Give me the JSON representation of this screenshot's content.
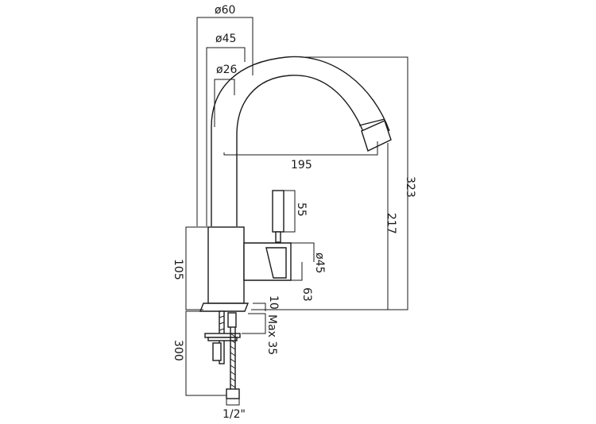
{
  "dimensions": {
    "dia_60": "ø60",
    "dia_45_top": "ø45",
    "dia_26": "ø26",
    "reach_195": "195",
    "height_323": "323",
    "height_217": "217",
    "lever_55": "55",
    "body_dia_45": "ø45",
    "body_63": "63",
    "body_105": "105",
    "base_10": "10",
    "deck_max_35": "Max 35",
    "hose_300": "300",
    "connection": "1/2\""
  }
}
